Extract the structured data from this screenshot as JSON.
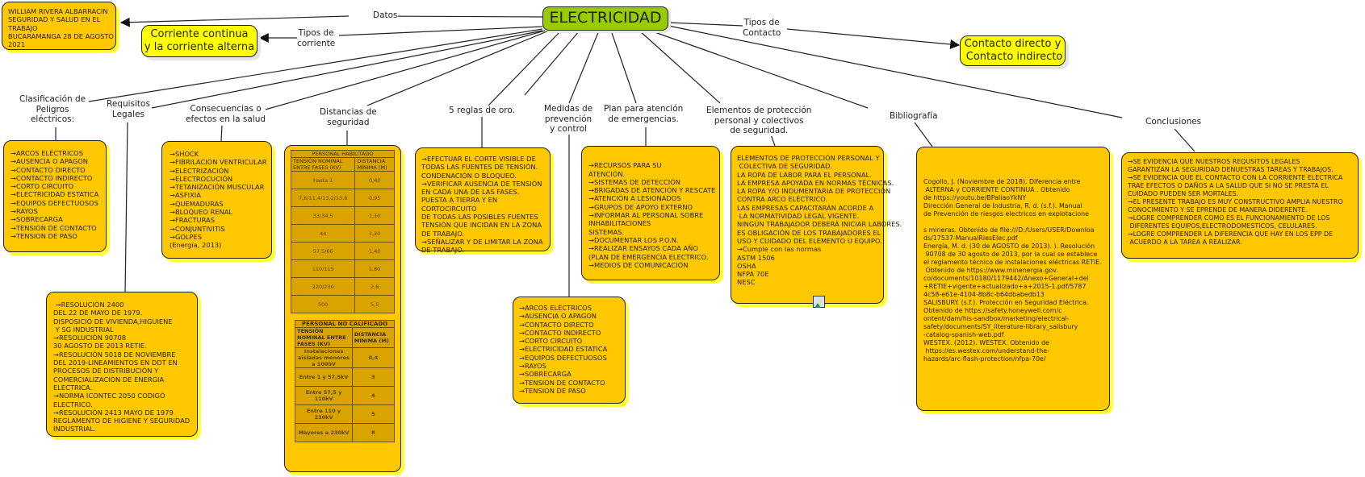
{
  "root": {
    "label": "ELECTRICIDAD"
  },
  "links": {
    "datos": "Datos",
    "tipos_corriente": "Tipos de\ncorriente",
    "tipos_contacto": "Tipos de\nContacto",
    "clasificacion": "Clasificación de\nPeligros\neléctricos:",
    "requisitos": "Requisitos\nLegales",
    "consecuencias": "Consecuencias o\nefectos en la salud",
    "distancias": "Distancias de\nseguridad",
    "reglas": "5 reglas de oro.",
    "medidas": "Medidas de\nprevención\ny control",
    "plan": "Plan para atención\nde emergencias.",
    "elementos": "Elementos de protección\npersonal y colectivos\nde seguridad.",
    "bibliografia": "Bibliografía",
    "conclusiones": "Conclusiones"
  },
  "nodes": {
    "datos": "WILLIAM RIVERA ALBARRACIN\nSEGURIDAD Y SALUD EN EL\nTRABAJO\nBUCARAMANGA 28 DE AGOSTO\n2021",
    "corriente": "Corriente continua\ny la corriente alterna",
    "contacto": "Contacto directo y\n Contacto indirecto",
    "clasificacion": "→ARCOS ELÉCTRICOS\n→AUSENCIA O APAGON\n→CONTACTO DIRECTO\n→CONTACTO INDIRECTO\n→CORTO CIRCUITO\n→ELECTRICIDAD ESTATICA\n→EQUIPOS DEFECTUOSOS\n→RAYOS\n→SOBRECARGA\n→TENSION DE CONTACTO\n→TENSION DE PASO",
    "consecuencias": "→SHOCK\n→FIBRILACIÓN VENTRICULAR\n→ELECTRIZACIÓN\n→ELECTROCUCIÓN\n→TETANIZACIÓN MUSCULAR\n→ASFIXIA\n→QUEMADURAS\n→BLOQUEO RENAL\n→FRACTURAS\n→CONJUNTIVITIS\n→GOLPES\n(Energía, 2013)",
    "requisitos": " →RESOLUCIÒN 2400\nDEL 22 DE MAYO DE 1979.\nDISPOSICIÓ DE VIVIENDA,HIGUIENE\n Y SG INDUSTRIAL\n→RESOLUCIÒN 90708\n30 AGOSTO DE 2013 RETIE.\n→RESOLUCIÒN 5018 DE NOVIEMBRE\nDEL 2019-LINEAMIENTOS EN DDT EN\nPROCESOS DE DISTRIBUCIÒN Y\nCOMERCIALIZACIÒN DE ENERGIA\nELECTRICA.\n→NORMA ICONTEC 2050 CODIGÒ\nELECTRICO.\n→RESOLUCIÒN 2413 MAYO DE 1979\nREGLAMENTO DE HIGIENE Y SEGURIDAD\nINDUSTRIAL.",
    "reglas": "→EFECTUAR EL CORTE VISIBLE DE\nTODAS LAS FUENTES DE TENSIÓN.\nCONDENACIÓN O BLOQUEO.\n→VERIFICAR AUSENCIA DE TENSIÓN\nEN CADA UNA DE LAS FASES.\nPUESTA A TIERRA Y EN\nCORTOCIRCUITO\nDE TODAS LAS POSIBLES FUENTES\nTENSIÓN QUE INCIDAN EN LA ZONA\nDE TRABAJO.\n→SEÑALIZAR Y DE LIMITAR LA ZONA\nDE TRABAJO.",
    "medidas": "→ARCOS ELÉCTRICOS\n→AUSENCIA O APAGON\n→CONTACTO DIRECTO\n→CONTACTO INDIRECTO\n→CORTO CIRCUITO\n→ELECTRICIDAD ESTATICA\n→EQUIPOS DEFECTUOSOS\n→RAYOS\n→SOBRECARGA\n→TENSION DE CONTACTO\n→TENSION DE PASO",
    "plan": "\n→RECURSOS PARA SU\nATENCIÓN.\n→SISTEMAS DE DETECCIÓN\n→BRIGADAS DE ATENCIÓN Y RESCATE\n→ATENCIÓN A LESIONADOS\n→GRUPOS DE APOYO EXTERNO\n→INFORMAR AL PERSONAL SOBRE\nINHABILITACIONES\nSISTEMAS.\n→DOCUMENTAR LOS P.O.N.\n→REALIZAR ENSAYOS CADA AÑO\n(PLAN DE EMERGENCIA ELECTRICO.\n→MEDIOS DE COMUNICACIÓN",
    "elementos": "ELEMENTOS DE PROTECCIÓN PERSONAL Y\n COLECTIVA DE SEGURIDAD.\nLA ROPA DE LABOR PARA EL PERSONAL.\nLA EMPRESA APOYADA EN NORMAS TÉCNICAS.\nLA ROPA Y/O INDUMENTARIA DE PROTECCIÓN\nCONTRA ARCO ELÉCTRICO.\nLAS EMPRESAS CAPACITARÁN ACORDE A\n LA NORMATIVIDAD LEGAL VIGENTE.\nNINGÚN TRABAJADOR DEBERÁ INICIAR LABORES.\nES OBLIGACIÓN DE LOS TRABAJADORES EL\nUSO Y CUIDADO DEL ELEMENTO U EQUIPO.\n→Cumple con las normas\nASTM 1506\nOSHA\nNFPA 70E\nNESC",
    "bibliografia": "Cogollo, J. (Noviembre de 2018). Diferencia entre\n ALTERNA y CORRIENTE CONTINUA . Obtenido\nde https://youtu.be/BPaIiaoYkNY\nDirección General de Industria, R. d. (s.f.). Manual\nde Prevención de riesgos electricos en explotacione\n\ns mineras. Obtenido de file:///D:/Users/USER/Downloa\nds/17537-ManualRiesElec.pdf\nEnergía, M. d. (30 de AGOSTO de 2013). ). Resolución\n 90708 de 30 agosto de 2013, por la cual se establece\nel reglamento técnico de instalaciones eléctricas RETIE.\n Obtenido de https://www.minenergia.gov.\nco/documents/10180/1179442/Anexo+General+del\n+RETIE+vigente+actualizado+a+2015-1.pdf/5787\n4c58-e61e-4104-8b8c-b64dbabedb13\nSALISBURY. (s.f.). Protección en Seguridad Eléctrica.\nObtenido de https://safety.honeywell.com/c\nontent/dam/his-sandbox/marketing/electrical-\nsafety/documents/SY_literature-library_salisbury\n-catalog-spanish-web.pdf\nWESTEX. (2012). WESTEX. Obtenido de\n https://es.westex.com/understand-the-\nhazards/arc-flash-protection/nfpa-70e/",
    "conclusiones": "→SE EVIDENCIA QUE NUESTROS REQUSITOS LEGALES\nGARANTIZAN LA SEGURIDAD DENUESTRAS TAREAS Y TRABAJOS.\n→SE EVIDENCIA QUE EL CONTACTO CON LA CORRIENTE ELECTRICA\nTRAE EFECTOS O DAÑOS A LA SALUD QUE SI NO SE PRESTA EL\nCUIDADO PUEDEN SER MORTALES.\n→EL PRESENTE TRABAJO ES MUY CONSTRUCTIVO AMPLIA NUESTRO\nCONOCIMIENTO Y SE EPRENDE DE MANERA DIDERENTE.\n→LOGRE COMPRENDER COMO ES EL FUNCIONAMIENTO DE LOS\n DIFERENTES EQUIPOS,ELECTRODOMESTICOS, CELULARES.\n→LOGRE COMPRENDER LA DIFERENCIA QUE HAY EN LOS EPP DE\n ACUERDO A LA TAREA A REALIZAR."
  },
  "table_habilitado": {
    "title": "PERSONAL HABILITADO",
    "headers": [
      "TENSIÓN   NOMINAL ENTRE FASES (KV)",
      "DISTANCIA MÍNIMA (M)"
    ],
    "rows": [
      [
        "hasta 1",
        "0,40"
      ],
      [
        "7,6/11,4/13,2/13,8",
        "0,95"
      ],
      [
        "33/34,5",
        "1,10"
      ],
      [
        "44",
        "1,20"
      ],
      [
        "57,5/66",
        "1,40"
      ],
      [
        "110/115",
        "1,80"
      ],
      [
        "220/230",
        "2,8"
      ],
      [
        "500",
        "5,5"
      ]
    ]
  },
  "table_no_calificado": {
    "title": "PERSONAL NO CALIFICADO",
    "headers": [
      "TENSIÓN NOMINAL ENTRE FASES (KV)",
      "DISTANCIA MÍNIMA (M)"
    ],
    "rows": [
      [
        "Instalaciones aisladas menores a 1000V",
        "0,4"
      ],
      [
        "Entre 1 y 57,5kV",
        "3"
      ],
      [
        "Entre 57,5 y 110kV",
        "4"
      ],
      [
        "Entre 110 y 230kV",
        "5"
      ],
      [
        "Mayores a 230kV",
        "8"
      ]
    ]
  },
  "colors": {
    "root": "#99cc00",
    "concept": "#ffc800",
    "highlight": "#ffff00"
  }
}
